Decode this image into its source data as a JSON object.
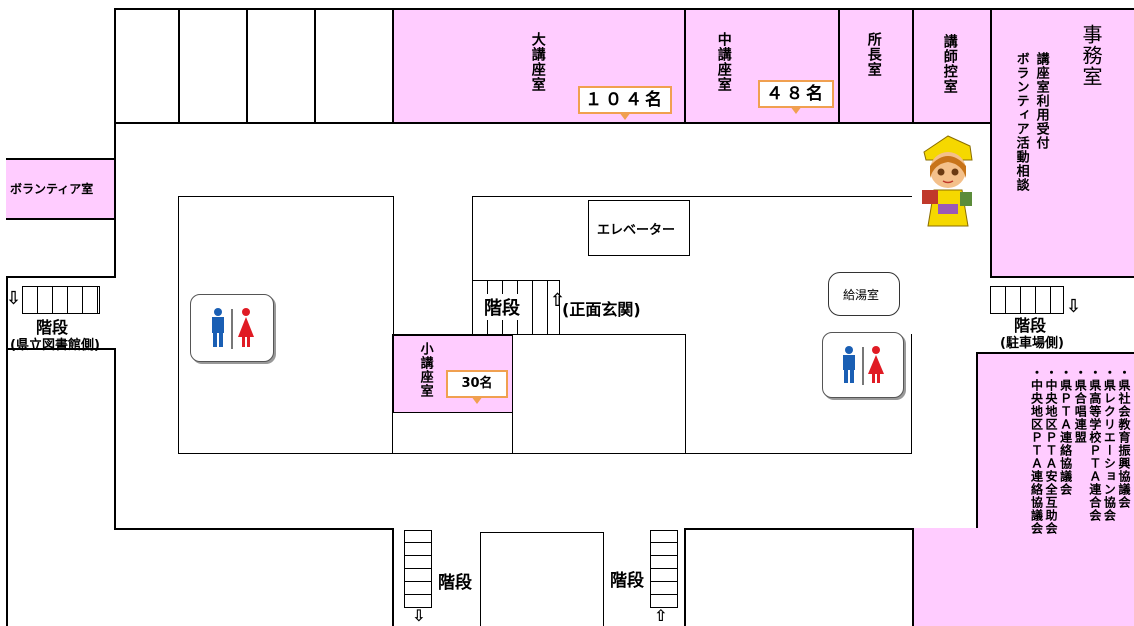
{
  "rooms": {
    "volunteer_room": "ボランティア室",
    "large_room": "大講座室",
    "large_cap": "１０４名",
    "medium_room": "中講座室",
    "medium_cap": "４８名",
    "director_room": "所長室",
    "lecturer_room": "講師控室",
    "office": "事務室",
    "office_note": "講座室利用受付",
    "volunteer_consult": "ボランティア活動相談",
    "small_room": "小講座室",
    "small_cap": "30名",
    "elevator": "エレベーター",
    "kitchenette": "給湯室"
  },
  "stairs": {
    "left": "階段",
    "left_note": "(県立図書館側)",
    "center": "階段",
    "center_note": "(正面玄関)",
    "right": "階段",
    "right_note": "(駐車場側)",
    "bottom_left": "階段",
    "bottom_right": "階段"
  },
  "organizations": [
    "・県社会教育振興協議会",
    "・県レクリエーション協会",
    "・県高等学校ＰＴＡ連合会",
    "・県合唱連盟",
    "・県ＰＴＡ連絡協議会",
    "・中央地区ＰＴＡ安全互助会",
    "・中央地区ＰＴＡ連絡協議会"
  ],
  "colors": {
    "room_fill": "#ffccff",
    "capacity_border": "#f0a050",
    "male_icon": "#1a5fb4",
    "female_icon": "#e01b24",
    "wall": "#000000"
  },
  "icons": [
    "restroom-icon",
    "mascot-character",
    "arrow-icon"
  ]
}
